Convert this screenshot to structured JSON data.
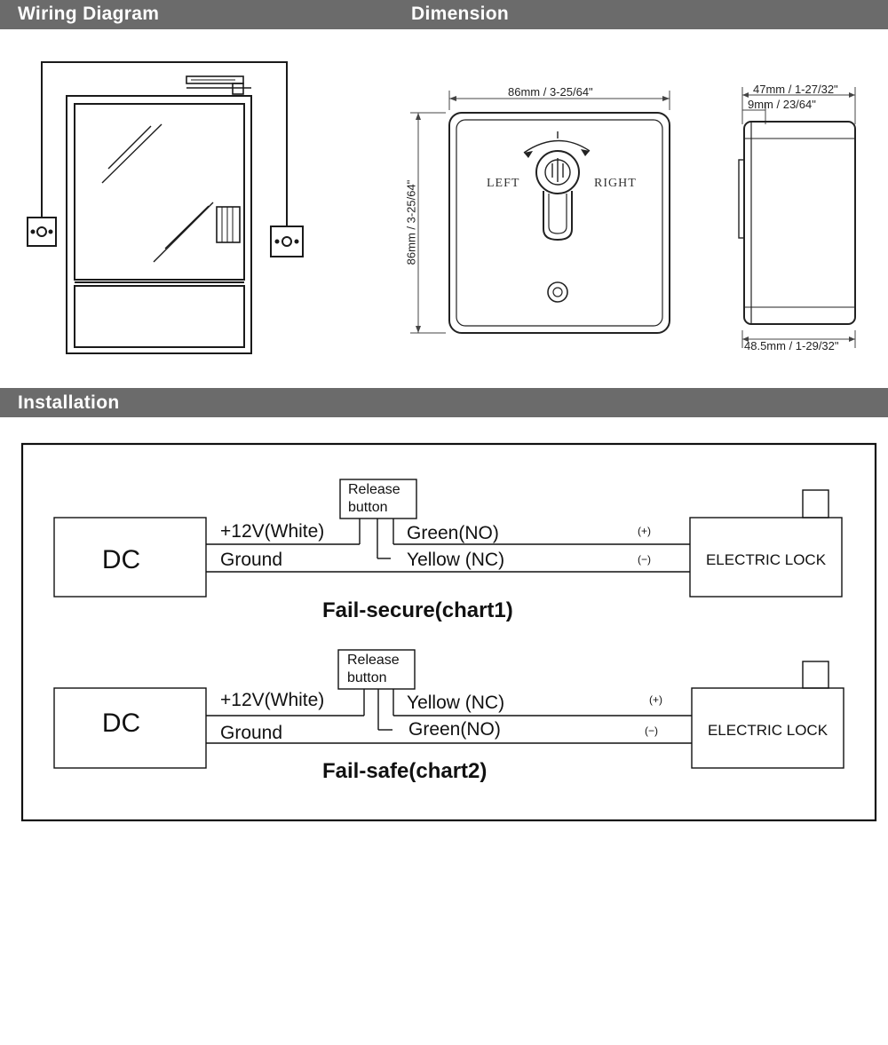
{
  "headers": {
    "wiring": "Wiring Diagram",
    "dimension": "Dimension",
    "installation": "Installation"
  },
  "dimension": {
    "width_label": "86mm / 3-25/64\"",
    "height_label": "86mm / 3-25/64\"",
    "left_label": "LEFT",
    "right_label": "RIGHT",
    "side_top_label": "47mm / 1-27/32\"",
    "side_inner_label": "9mm / 23/64\"",
    "side_bottom_label": "48.5mm / 1-29/32\""
  },
  "chart1": {
    "dc_label": "DC",
    "release_line1": "Release",
    "release_line2": "button",
    "positive_wire": "+12V(White)",
    "ground_wire": "Ground",
    "upper_output": "Green(NO)",
    "lower_output": "Yellow (NC)",
    "plus_sign": "(+)",
    "minus_sign": "(−)",
    "lock_label": "ELECTRIC LOCK",
    "title": "Fail-secure(chart1)"
  },
  "chart2": {
    "dc_label": "DC",
    "release_line1": "Release",
    "release_line2": "button",
    "positive_wire": "+12V(White)",
    "ground_wire": "Ground",
    "upper_output": "Yellow (NC)",
    "lower_output": "Green(NO)",
    "plus_sign": "(+)",
    "minus_sign": "(−)",
    "lock_label": "ELECTRIC LOCK",
    "title": "Fail-safe(chart2)"
  }
}
